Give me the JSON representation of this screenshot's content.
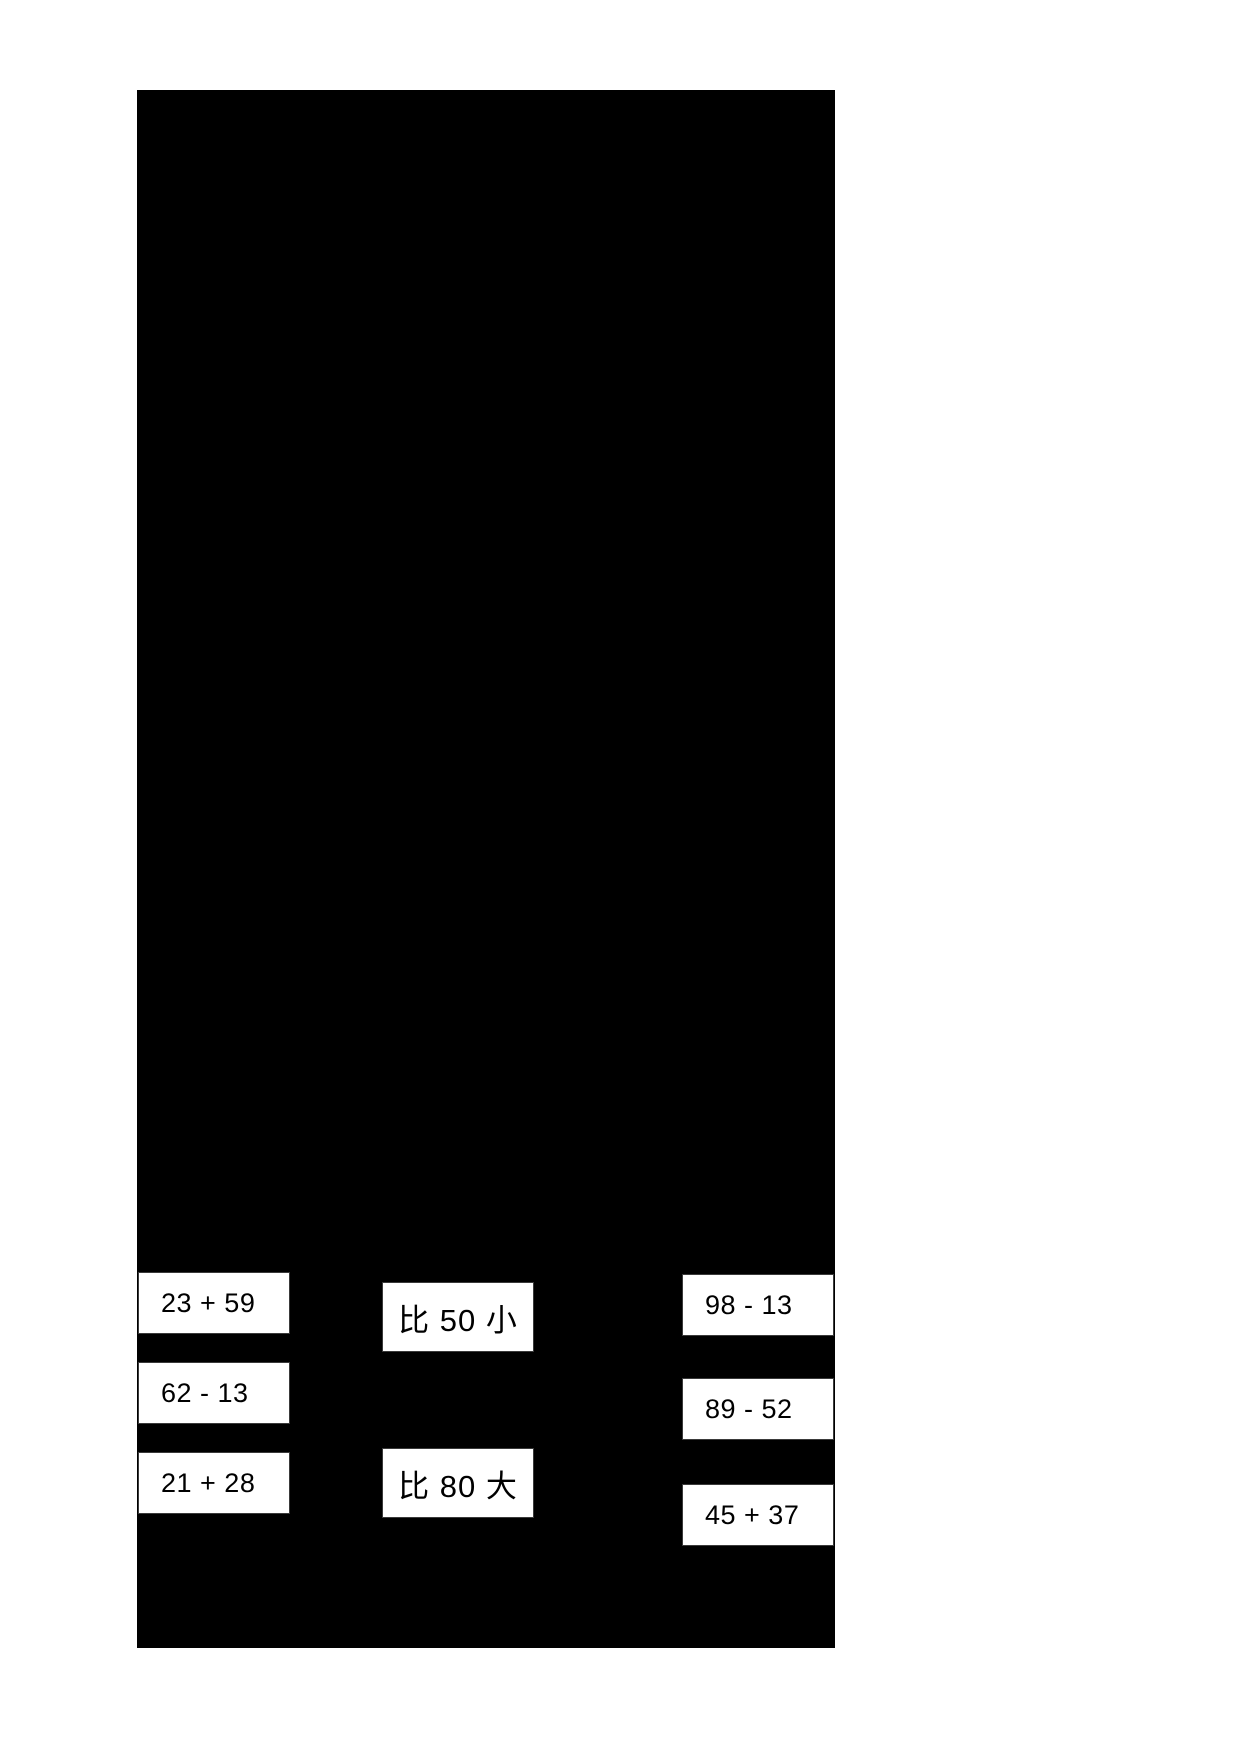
{
  "page": {
    "background_color": "#ffffff",
    "canvas_color": "#000000",
    "card_background": "#ffffff",
    "card_border_color": "#3a3a3a",
    "text_color": "#000000"
  },
  "worksheet": {
    "columns": [
      {
        "name": "left-expressions",
        "cards": [
          {
            "label": "23 + 59"
          },
          {
            "label": "62 - 13"
          },
          {
            "label": "21 + 28"
          }
        ]
      },
      {
        "name": "middle-conditions",
        "cards": [
          {
            "label": "比 50 小"
          },
          {
            "label": "比 80 大"
          }
        ]
      },
      {
        "name": "right-expressions",
        "cards": [
          {
            "label": "98 - 13"
          },
          {
            "label": "89 - 52"
          },
          {
            "label": "45 + 37"
          }
        ]
      }
    ]
  }
}
